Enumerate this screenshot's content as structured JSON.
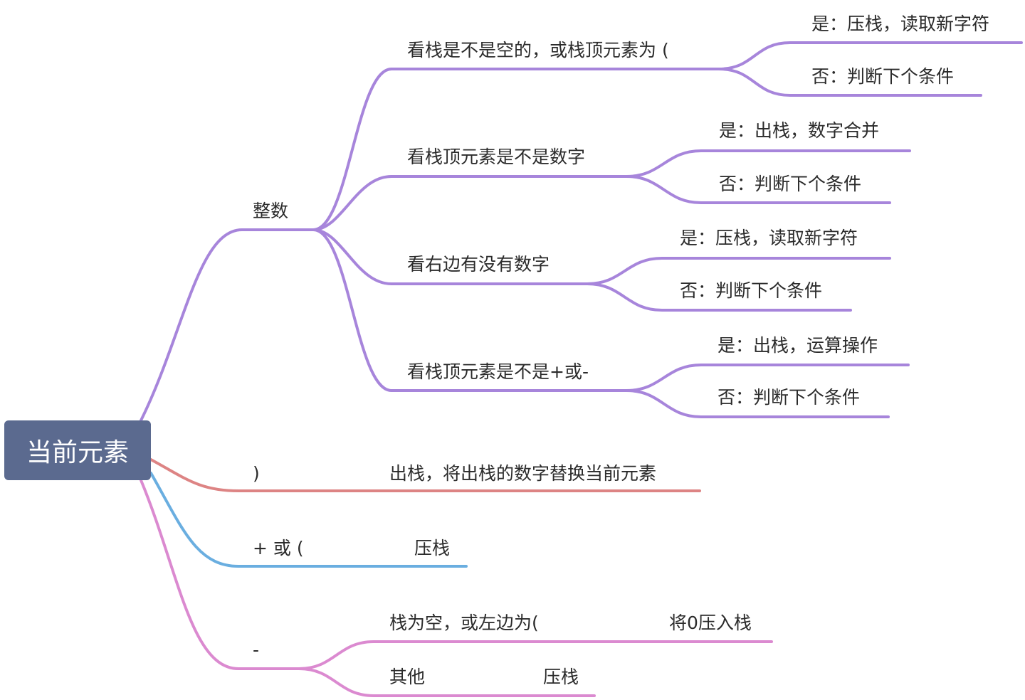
{
  "root": {
    "label": "当前元素"
  },
  "colors": {
    "purple": "#a785db",
    "red": "#dd8484",
    "blue": "#6aaee0",
    "pink": "#db8ad0",
    "root_fill": "#5b6a8f"
  },
  "branches": {
    "integer": {
      "label": "整数",
      "checks": [
        {
          "label": "看栈是不是空的，或栈顶元素为 (",
          "yes": "是：压栈，读取新字符",
          "no": "否：判断下个条件"
        },
        {
          "label": "看栈顶元素是不是数字",
          "yes": "是：出栈，数字合并",
          "no": "否：判断下个条件"
        },
        {
          "label": "看右边有没有数字",
          "yes": "是：压栈，读取新字符",
          "no": "否：判断下个条件"
        },
        {
          "label": "看栈顶元素是不是+或-",
          "yes": "是：出栈，运算操作",
          "no": "否：判断下个条件"
        }
      ]
    },
    "close_paren": {
      "label": ")",
      "action": "出栈，将出栈的数字替换当前元素"
    },
    "plus_open": {
      "label": "+ 或 (",
      "action": "压栈"
    },
    "minus": {
      "label": "-",
      "cases": [
        {
          "label": "栈为空，或左边为(",
          "action": "将0压入栈"
        },
        {
          "label": "其他",
          "action": "压栈"
        }
      ]
    }
  }
}
